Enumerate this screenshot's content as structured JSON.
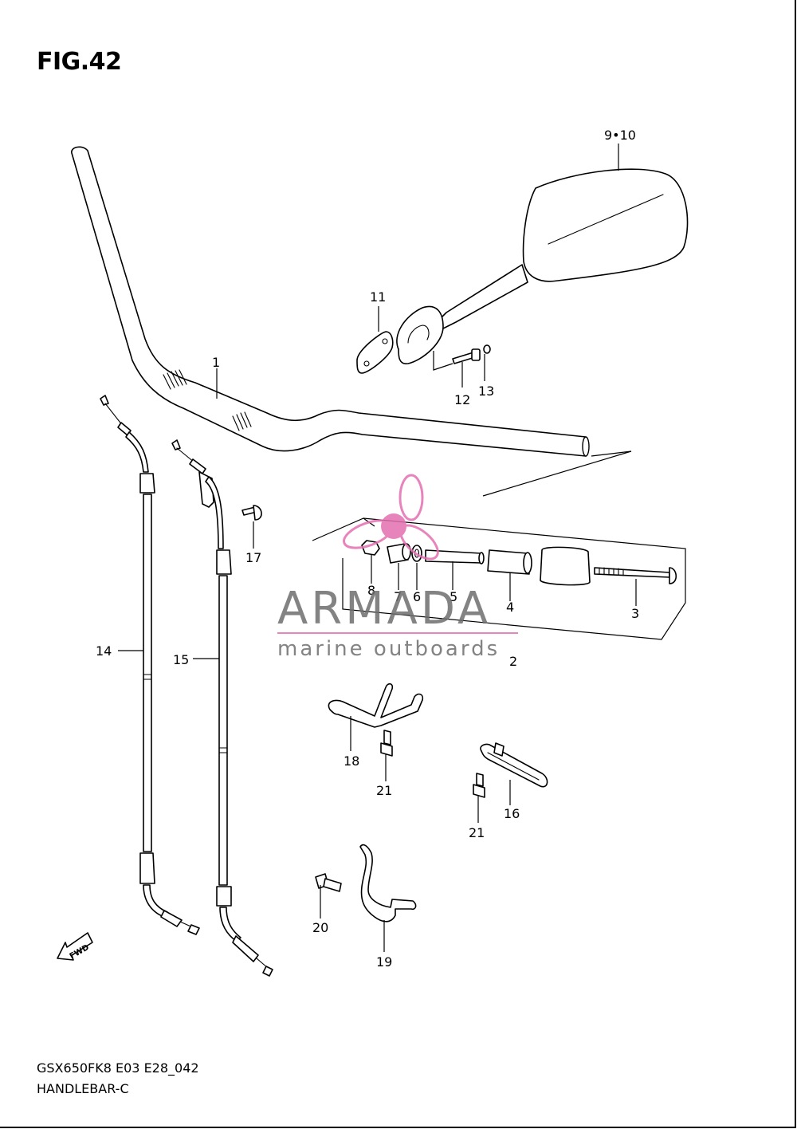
{
  "figure": {
    "title": "FIG.42"
  },
  "footer": {
    "model_code": "GSX650FK8 E03 E28_042",
    "group_name": "HANDLEBAR-C"
  },
  "callouts": {
    "c1": "1",
    "c2": "2",
    "c3": "3",
    "c4": "4",
    "c5": "5",
    "c6": "6",
    "c7": "7",
    "c8": "8",
    "c9_10": "9•10",
    "c11": "11",
    "c12": "12",
    "c13": "13",
    "c14": "14",
    "c15": "15",
    "c16": "16",
    "c17": "17",
    "c18": "18",
    "c19": "19",
    "c20": "20",
    "c21a": "21",
    "c21b": "21"
  },
  "fwd_marker": {
    "label": "FWD"
  },
  "watermark": {
    "brand": "ARMADA",
    "tagline": "marine outboards",
    "colors": {
      "logo": "#e46fb1",
      "text": "#6e6e6e"
    }
  },
  "colors": {
    "line": "#000000",
    "background": "#ffffff"
  }
}
